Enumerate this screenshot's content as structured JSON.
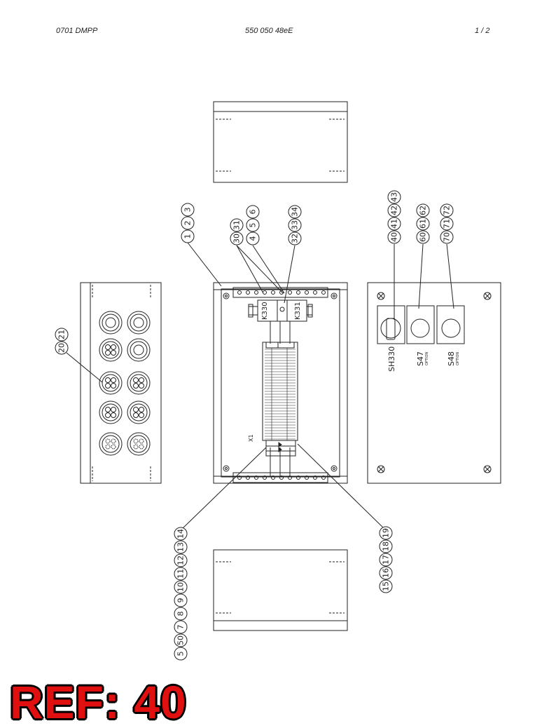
{
  "header": {
    "left": "0701 DMPP",
    "center": "550 050 48eE",
    "right": "1 /   2"
  },
  "balloons": {
    "top_left": [
      "1",
      "2",
      "3"
    ],
    "k330": [
      "30",
      "31"
    ],
    "k331": [
      "4",
      "5",
      "6"
    ],
    "terminal": [
      "32",
      "33",
      "34"
    ],
    "sh330": [
      "40",
      "41",
      "42",
      "43"
    ],
    "s47": [
      "60",
      "61",
      "62"
    ],
    "s48": [
      "70",
      "71",
      "72"
    ],
    "glands": [
      "20",
      "21"
    ],
    "bottom_left": [
      "5",
      "50",
      "7",
      "8",
      "9",
      "10",
      "11",
      "12",
      "13",
      "14"
    ],
    "bottom_right": [
      "15",
      "16",
      "17",
      "18",
      "19"
    ]
  },
  "labels": {
    "k330": "K330",
    "k331": "K331",
    "x1": "X1",
    "sh330": "SH330",
    "s47": "S47",
    "s48": "S48",
    "option": "OPTION"
  },
  "ref_stamp": "REF: 40",
  "colors": {
    "line": "#222222",
    "stamp": "#e01010"
  }
}
